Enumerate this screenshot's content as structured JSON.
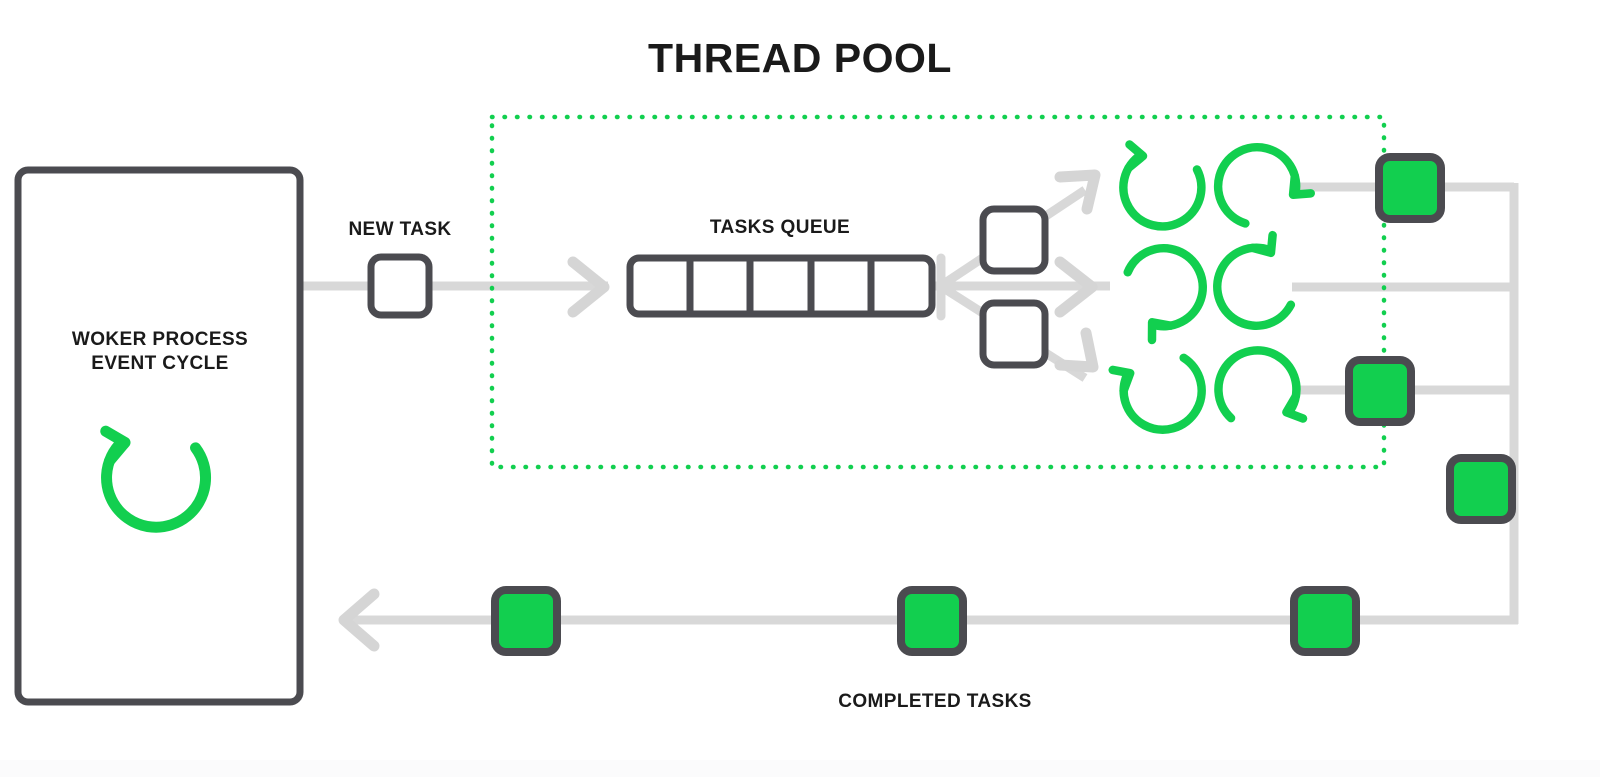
{
  "diagram": {
    "title": "THREAD POOL",
    "labels": {
      "worker": "WOKER PROCESS\nEVENT CYCLE",
      "new_task": "NEW TASK",
      "tasks_queue": "TASKS QUEUE",
      "completed_tasks": "COMPLETED TASKS"
    },
    "colors": {
      "green": "#12cf4f",
      "green_fill": "#12cf4f",
      "dark_stroke": "#4b4b50",
      "line_gray": "#d8d8d8",
      "arrow_gray": "#d5d5d5",
      "text": "#1a1a1a",
      "background": "#ffffff",
      "dotted_border": "#12cf4f"
    },
    "worker_process": {
      "label": "WOKER PROCESS\nEVENT CYCLE",
      "icon": "circular-arrow-icon",
      "icon_color": "#12cf4f"
    },
    "thread_pool_region": {
      "border_style": "dotted",
      "border_color": "#12cf4f"
    },
    "tasks_queue": {
      "label": "TASKS QUEUE",
      "cell_count": 5,
      "cells": [
        "",
        "",
        "",
        "",
        ""
      ]
    },
    "new_task": {
      "label": "NEW TASK",
      "state": "empty"
    },
    "dispatch_tasks": [
      {
        "id": "dispatch-task-1",
        "state": "empty"
      },
      {
        "id": "dispatch-task-2",
        "state": "empty"
      }
    ],
    "threads": {
      "rows": 3,
      "columns": 2,
      "icon": "circular-arrow-icon",
      "color": "#12cf4f",
      "items": [
        {
          "row": 1,
          "col": 1,
          "rotation": 0
        },
        {
          "row": 1,
          "col": 2,
          "rotation": 135
        },
        {
          "row": 2,
          "col": 1,
          "rotation": 230
        },
        {
          "row": 2,
          "col": 2,
          "rotation": 55
        },
        {
          "row": 3,
          "col": 1,
          "rotation": 330
        },
        {
          "row": 3,
          "col": 2,
          "rotation": 160
        }
      ]
    },
    "completed_squares": [
      {
        "id": "completed-square-row1",
        "state": "done"
      },
      {
        "id": "completed-square-row3",
        "state": "done"
      },
      {
        "id": "completed-square-vertical",
        "state": "done"
      },
      {
        "id": "completed-square-bottom-1",
        "state": "done"
      },
      {
        "id": "completed-square-bottom-2",
        "state": "done"
      },
      {
        "id": "completed-square-bottom-3",
        "state": "done"
      }
    ],
    "flow": {
      "inbound_direction": "right",
      "return_direction": "left",
      "return_label": "COMPLETED TASKS"
    }
  }
}
